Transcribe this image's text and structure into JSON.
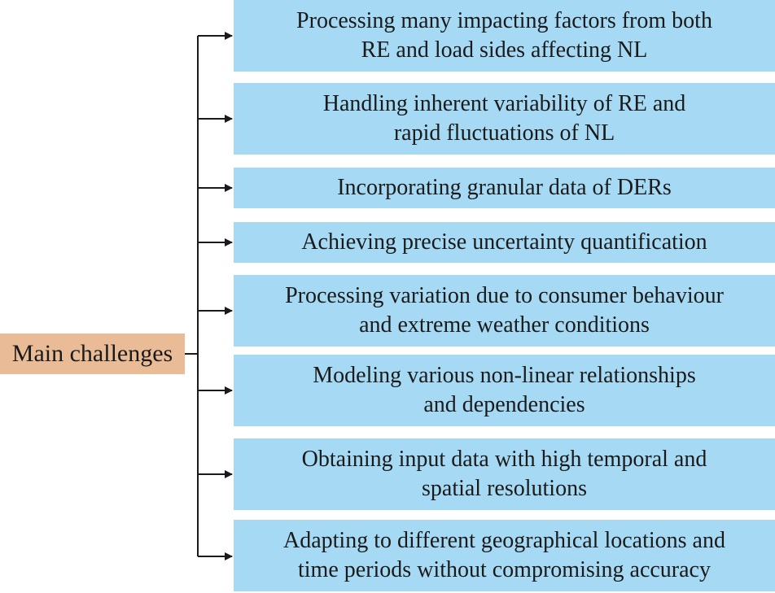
{
  "root": {
    "label": "Main challenges",
    "fill_color": "#e9bc97"
  },
  "box_fill_color": "#a6daf4",
  "challenges": [
    {
      "line1": "Processing many impacting factors from both",
      "line2": "RE and load sides affecting NL"
    },
    {
      "line1": "Handling inherent variability of RE and",
      "line2": "rapid fluctuations of NL"
    },
    {
      "line1": "Incorporating granular data of DERs",
      "line2": ""
    },
    {
      "line1": "Achieving precise uncertainty quantification",
      "line2": ""
    },
    {
      "line1": "Processing variation due to consumer behaviour",
      "line2": "and extreme weather conditions"
    },
    {
      "line1": "Modeling various non-linear relationships",
      "line2": "and dependencies"
    },
    {
      "line1": "Obtaining input data with high temporal and",
      "line2": "spatial resolutions"
    },
    {
      "line1": "Adapting to different geographical locations and",
      "line2": "time periods without compromising accuracy"
    }
  ]
}
